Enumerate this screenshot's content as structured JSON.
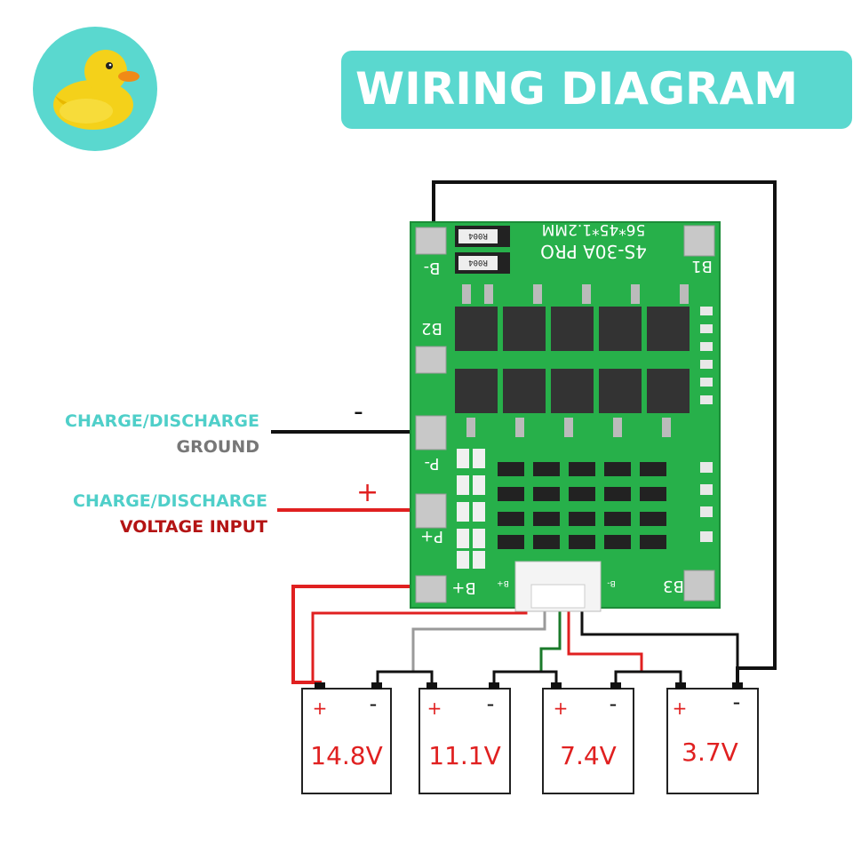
{
  "header": {
    "title": "WIRING DIAGRAM"
  },
  "labels": {
    "ground_line1": "CHARGE/DISCHARGE",
    "ground_line2": "GROUND",
    "ground_sign": "-",
    "voltage_line1": "CHARGE/DISCHARGE",
    "voltage_line2": "VOLTAGE INPUT",
    "voltage_sign": "+"
  },
  "board": {
    "model_line1": "4S-30A PRO",
    "model_line2": "56*45*1.2MM",
    "resistor_label": "R004",
    "pads": [
      "B-",
      "B2",
      "P-",
      "P+",
      "B+",
      "B1",
      "B3"
    ],
    "connector_minus": "B-",
    "connector_plus": "B+"
  },
  "batteries": [
    {
      "voltage": "14.8V",
      "plus": "+",
      "minus": "-"
    },
    {
      "voltage": "11.1V",
      "plus": "+",
      "minus": "-"
    },
    {
      "voltage": "7.4V",
      "plus": "+",
      "minus": "-"
    },
    {
      "voltage": "3.7V",
      "plus": "+",
      "minus": "-"
    }
  ],
  "colors": {
    "accent": "#5ad8cf",
    "label_cyan": "#4fcfc9",
    "pcb_green": "#27b04a",
    "wire_red": "#e02020",
    "wire_black": "#111111",
    "wire_gray": "#9a9a9a",
    "wire_green": "#1a7a2a"
  },
  "icons": {
    "logo": "duck-logo-icon"
  }
}
